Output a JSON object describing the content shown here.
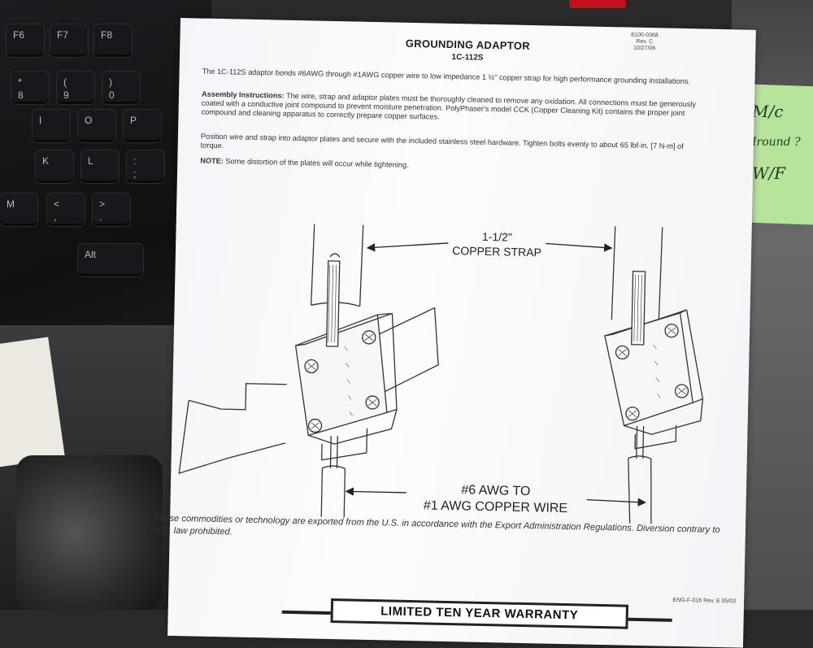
{
  "document": {
    "code_lines": [
      "8100-0368",
      "Rev. C",
      "10/27/06"
    ],
    "title": "GROUNDING ADAPTOR",
    "model": "1C-112S",
    "intro": "The 1C-112S adaptor bonds #6AWG through #1AWG copper wire to low impedance 1 ½\" copper strap for high performance grounding installations.",
    "assembly_label": "Assembly Instructions:",
    "assembly_text": " The wire, strap and adaptor plates must be thoroughly cleaned to remove any oxidation. All connections must be generously coated with a conductive joint compound to prevent moisture penetration. PolyPhaser's model CCK (Copper Cleaning Kit) contains the proper joint compound and cleaning apparatus to correctly prepare copper surfaces.",
    "position_text": "Position wire and strap into adaptor plates and secure with the included stainless steel hardware. Tighten bolts evenly to about 65 lbf-in. [7 N-m] of torque.",
    "note_label": "NOTE:",
    "note_text": " Some distortion of the plates will occur while tightening.",
    "export_notice": "These commodities or technology are exported from the U.S. in accordance with the Export Administration Regulations. Diversion contrary to U.S. law prohibited.",
    "form_code": "ENG-F-016  Rev. E  05/03",
    "warranty": "LIMITED TEN YEAR WARRANTY"
  },
  "diagram": {
    "strap_label_line1": "1-1/2\"",
    "strap_label_line2": "COPPER STRAP",
    "wire_label_line1": "#6 AWG TO",
    "wire_label_line2": "#1 AWG COPPER WIRE"
  },
  "background": {
    "keys": [
      {
        "top": "F6"
      },
      {
        "top": "F7"
      },
      {
        "top": "F8"
      },
      {
        "top": "*",
        "bottom": "8"
      },
      {
        "top": "(",
        "bottom": "9"
      },
      {
        "top": ")",
        "bottom": "0"
      },
      {
        "top": "I"
      },
      {
        "top": "O"
      },
      {
        "top": "P"
      },
      {
        "top": "K"
      },
      {
        "top": "L"
      },
      {
        "top": ":",
        "bottom": ";"
      },
      {
        "top": "M"
      },
      {
        "top": "<",
        "bottom": ","
      },
      {
        "top": ">",
        "bottom": "."
      },
      {
        "top": "Alt"
      }
    ],
    "sticky_note_lines": [
      "M/c",
      "Iround ?",
      "W/F"
    ]
  }
}
